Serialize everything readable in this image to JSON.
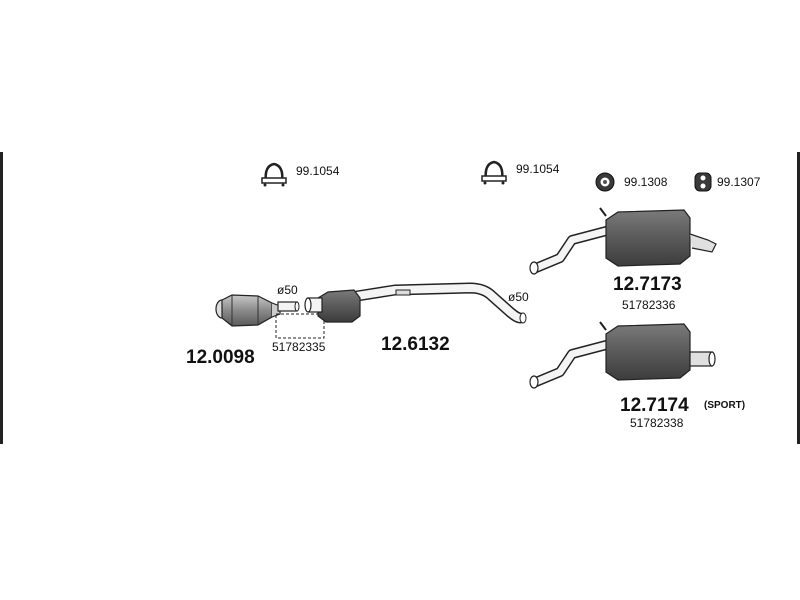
{
  "labels": {
    "clamp_1": "99.1054",
    "clamp_2": "99.1054",
    "hanger_1": "99.1308",
    "hanger_2": "99.1307",
    "diameter_front": "ø50",
    "diameter_mid": "ø50",
    "catalyst_code": "12.0098",
    "connector_oe": "51782335",
    "center_code": "12.6132",
    "rear_code": "12.7173",
    "rear_oe": "51782336",
    "sport_code": "12.7174",
    "sport_suffix": "(SPORT)",
    "sport_oe": "51782338"
  },
  "colors": {
    "line": "#222222",
    "muffler_fill": "#5a5a5a",
    "muffler_dark": "#3a3a3a",
    "pipe_fill": "#f4f4f4"
  },
  "icons": {
    "clamp": "u-bolt-clamp-icon",
    "hanger_1": "rubber-hanger-ring-icon",
    "hanger_2": "rubber-hanger-block-icon"
  }
}
